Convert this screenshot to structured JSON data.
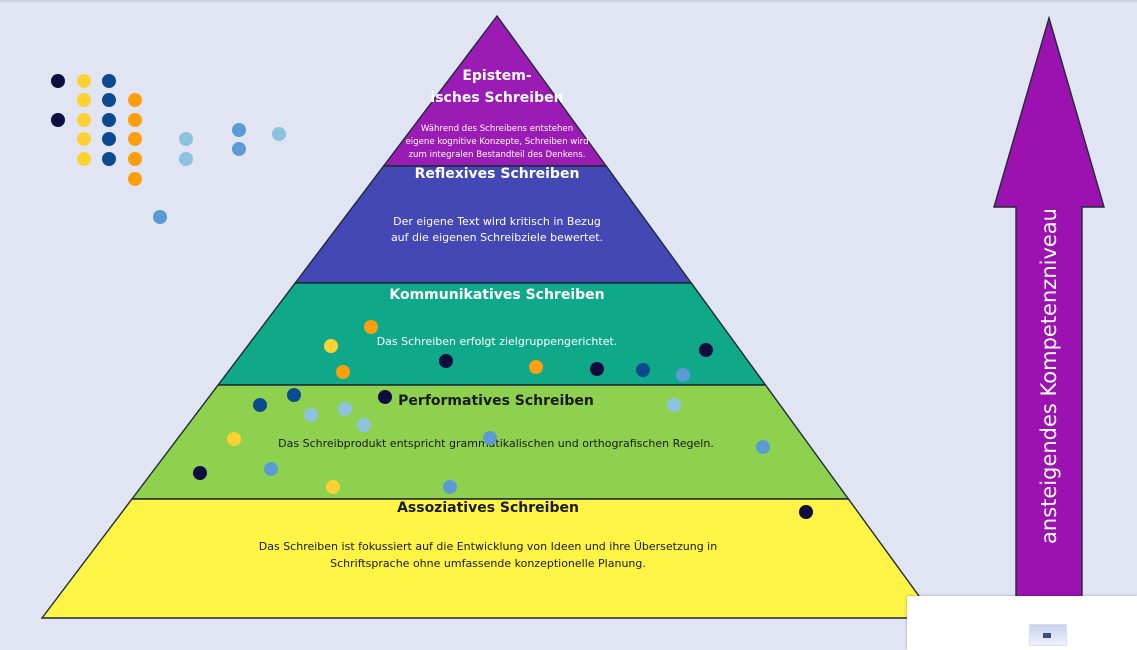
{
  "pyramid": {
    "levels": [
      {
        "id": "epistemic",
        "title_lines": [
          "Epistem-",
          "isches Schreiben"
        ],
        "desc_lines": [
          "Während des Schreibens entstehen",
          "eigene kognitive Konzepte, Schreiben wird",
          "zum integralen Bestandteil des Denkens."
        ],
        "color": "#9b1bb5",
        "text_color": "#ffffff"
      },
      {
        "id": "reflexive",
        "title_lines": [
          "Reflexives Schreiben"
        ],
        "desc_lines": [
          "Der eigene Text wird kritisch in Bezug",
          "auf die eigenen Schreibziele bewertet."
        ],
        "color": "#4348b5",
        "text_color": "#ffffff"
      },
      {
        "id": "communicative",
        "title_lines": [
          "Kommunikatives Schreiben"
        ],
        "desc_lines": [
          "Das Schreiben erfolgt zielgruppengerichtet."
        ],
        "color": "#0fa98a",
        "text_color": "#ffffff"
      },
      {
        "id": "performative",
        "title_lines": [
          "Performatives Schreiben"
        ],
        "desc_lines": [
          "Das Schreibprodukt entspricht grammatikalischen und orthografischen Regeln."
        ],
        "color": "#8ed14f",
        "text_color": "#1a1a1a"
      },
      {
        "id": "associative",
        "title_lines": [
          "Assoziatives Schreiben"
        ],
        "desc_lines": [
          "Das Schreiben ist fokussiert auf die Entwicklung von Ideen und ihre Übersetzung in",
          "Schriftsprache ohne umfassende konzeptionelle Planung."
        ],
        "color": "#fdf445",
        "text_color": "#1a1a1a"
      }
    ]
  },
  "arrow": {
    "label": "ansteigendes Kompetenzniveau",
    "color": "#9b12b1"
  },
  "dot_colors": {
    "navy": "#0d0d3f",
    "blue": "#0b4a8e",
    "yellow": "#fdd131",
    "orange": "#fb9f0e",
    "steel": "#5b9bd5",
    "sky": "#8ec3e0"
  }
}
